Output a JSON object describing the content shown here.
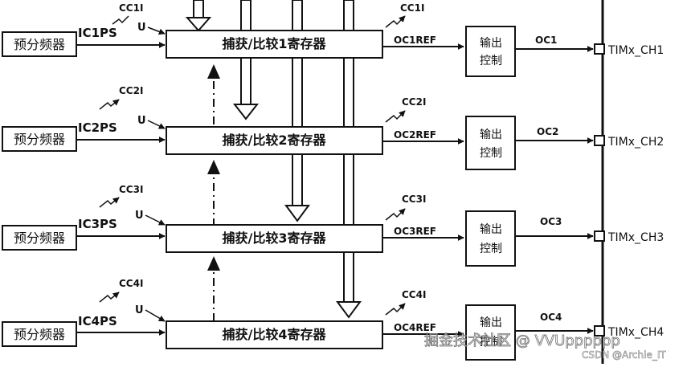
{
  "channels": [
    {
      "prescaler": "预分频器",
      "ic": "IC1PS",
      "cc_in": "CC1I",
      "u": "U",
      "register": "捕获/比较1寄存器",
      "cc_out": "CC1I",
      "ref": "OC1REF",
      "ctrl_line1": "输出",
      "ctrl_line2": "控制",
      "oc": "OC1",
      "pin": "TIMx_CH1"
    },
    {
      "prescaler": "预分频器",
      "ic": "IC2PS",
      "cc_in": "CC2I",
      "u": "U",
      "register": "捕获/比较2寄存器",
      "cc_out": "CC2I",
      "ref": "OC2REF",
      "ctrl_line1": "输出",
      "ctrl_line2": "控制",
      "oc": "OC2",
      "pin": "TIMx_CH2"
    },
    {
      "prescaler": "预分频器",
      "ic": "IC3PS",
      "cc_in": "CC3I",
      "u": "U",
      "register": "捕获/比较3寄存器",
      "cc_out": "CC3I",
      "ref": "OC3REF",
      "ctrl_line1": "输出",
      "ctrl_line2": "控制",
      "oc": "OC3",
      "pin": "TIMx_CH3"
    },
    {
      "prescaler": "预分频器",
      "ic": "IC4PS",
      "cc_in": "CC4I",
      "u": "U",
      "register": "捕获/比较4寄存器",
      "cc_out": "CC4I",
      "ref": "OC4REF",
      "ctrl_line1": "输出",
      "ctrl_line2": "控制",
      "oc": "OC4",
      "pin": "TIMx_CH4"
    }
  ],
  "watermark": {
    "main": "掘金技术社区 @ VVUpppppp",
    "sub": "CSDN @Archie_IT"
  }
}
